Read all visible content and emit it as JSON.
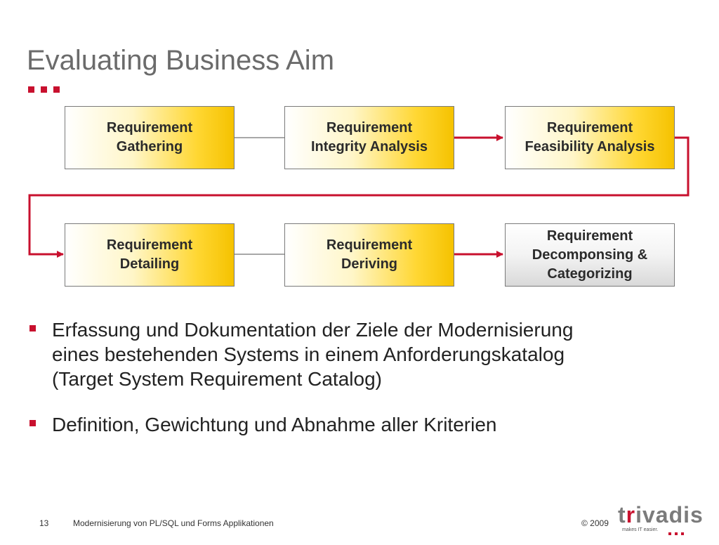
{
  "title": "Evaluating Business Aim",
  "colors": {
    "accent": "#c8102e",
    "box_yellow": "#ffd733",
    "title_gray": "#6b6b6b"
  },
  "diagram": {
    "boxes": [
      {
        "id": "gathering",
        "label": "Requirement\nGathering",
        "style": "yellow"
      },
      {
        "id": "integrity",
        "label": "Requirement\nIntegrity Analysis",
        "style": "yellow"
      },
      {
        "id": "feasibility",
        "label": "Requirement\nFeasibility Analysis",
        "style": "yellow"
      },
      {
        "id": "detailing",
        "label": "Requirement\nDetailing",
        "style": "yellow"
      },
      {
        "id": "deriving",
        "label": "Requirement\nDeriving",
        "style": "yellow"
      },
      {
        "id": "decomposing",
        "label": "Requirement\nDecomponsing &\nCategorizing",
        "style": "grey"
      }
    ],
    "connectors": [
      {
        "from": "gathering",
        "to": "integrity",
        "style": "gray-line"
      },
      {
        "from": "integrity",
        "to": "feasibility",
        "style": "red-arrow"
      },
      {
        "from": "feasibility",
        "to": "detailing",
        "style": "red-arrow"
      },
      {
        "from": "detailing",
        "to": "deriving",
        "style": "gray-line"
      },
      {
        "from": "deriving",
        "to": "decomposing",
        "style": "red-arrow"
      }
    ]
  },
  "bullets": [
    "Erfassung und Dokumentation der Ziele der Modernisierung\neines bestehenden Systems in einem Anforderungskatalog\n(Target System Requirement Catalog)",
    "Definition, Gewichtung und Abnahme aller Kriterien"
  ],
  "footer": {
    "page_number": "13",
    "text": "Modernisierung von PL/SQL und Forms Applikationen",
    "copyright": "© 2009"
  },
  "logo": {
    "word_pre": "t",
    "word_accent": "r",
    "word_post": "ivadis",
    "tagline": "makes IT easier."
  }
}
